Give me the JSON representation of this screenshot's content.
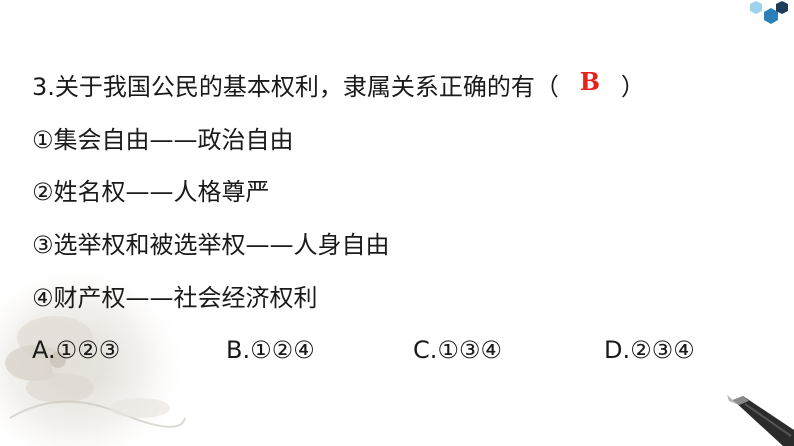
{
  "question": {
    "stem": "3.关于我国公民的基本权利，隶属关系正确的有（",
    "answer": "B",
    "close_paren": "）"
  },
  "items": [
    "①集会自由——政治自由",
    "②姓名权——人格尊严",
    "③选举权和被选举权——人身自由",
    "④财产权——社会经济权利"
  ],
  "options": [
    "A.①②③",
    "B.①②④",
    "C.①③④",
    "D.②③④"
  ],
  "colors": {
    "answer": "#e8211a",
    "text": "#1a1a1a",
    "hex_blue": "#2a7fb8",
    "hex_dark": "#1c3d5a"
  },
  "decor": {
    "top_right": "hexagon-cluster-icon",
    "bottom_left": "flower-wash-decoration",
    "bottom_right": "pen-icon"
  }
}
